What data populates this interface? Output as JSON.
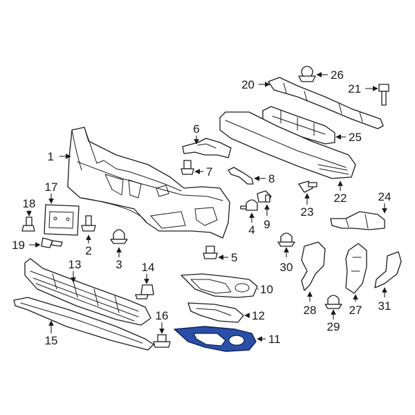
{
  "callouts": [
    {
      "id": "1",
      "text": "1"
    },
    {
      "id": "2",
      "text": "2"
    },
    {
      "id": "3",
      "text": "3"
    },
    {
      "id": "4",
      "text": "4"
    },
    {
      "id": "5",
      "text": "5"
    },
    {
      "id": "6",
      "text": "6"
    },
    {
      "id": "7",
      "text": "7"
    },
    {
      "id": "8",
      "text": "8"
    },
    {
      "id": "9",
      "text": "9"
    },
    {
      "id": "10",
      "text": "10"
    },
    {
      "id": "11",
      "text": "11"
    },
    {
      "id": "12",
      "text": "12"
    },
    {
      "id": "13",
      "text": "13"
    },
    {
      "id": "14",
      "text": "14"
    },
    {
      "id": "15",
      "text": "15"
    },
    {
      "id": "16",
      "text": "16"
    },
    {
      "id": "17",
      "text": "17"
    },
    {
      "id": "18",
      "text": "18"
    },
    {
      "id": "19",
      "text": "19"
    },
    {
      "id": "20",
      "text": "20"
    },
    {
      "id": "21",
      "text": "21"
    },
    {
      "id": "22",
      "text": "22"
    },
    {
      "id": "23",
      "text": "23"
    },
    {
      "id": "24",
      "text": "24"
    },
    {
      "id": "25",
      "text": "25"
    },
    {
      "id": "26",
      "text": "26"
    },
    {
      "id": "27",
      "text": "27"
    },
    {
      "id": "28",
      "text": "28"
    },
    {
      "id": "29",
      "text": "29"
    },
    {
      "id": "30",
      "text": "30"
    },
    {
      "id": "31",
      "text": "31"
    }
  ],
  "highlight": {
    "part": "11",
    "color": "#2a4fa6"
  }
}
